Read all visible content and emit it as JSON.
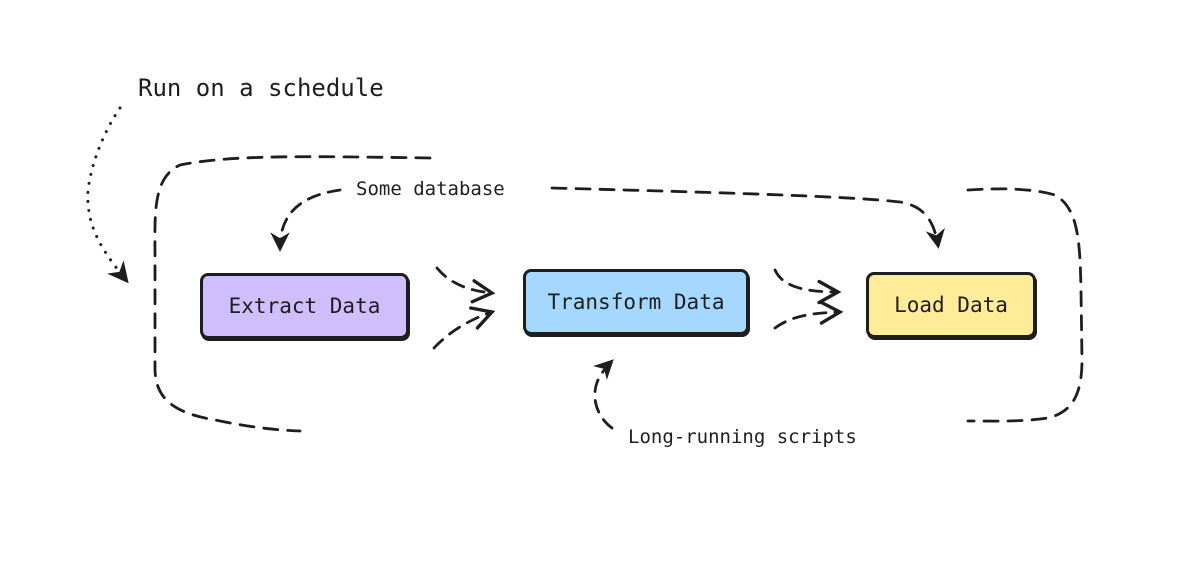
{
  "nodes": {
    "extract": {
      "label": "Extract Data",
      "fill": "#d0bfff"
    },
    "transform": {
      "label": "Transform Data",
      "fill": "#a5d8ff"
    },
    "load": {
      "label": "Load Data",
      "fill": "#ffec99"
    }
  },
  "annotations": {
    "schedule": "Run on a schedule",
    "database": "Some database",
    "scripts": "Long-running scripts"
  },
  "colors": {
    "stroke": "#1e1e1e",
    "background": "#ffffff"
  }
}
